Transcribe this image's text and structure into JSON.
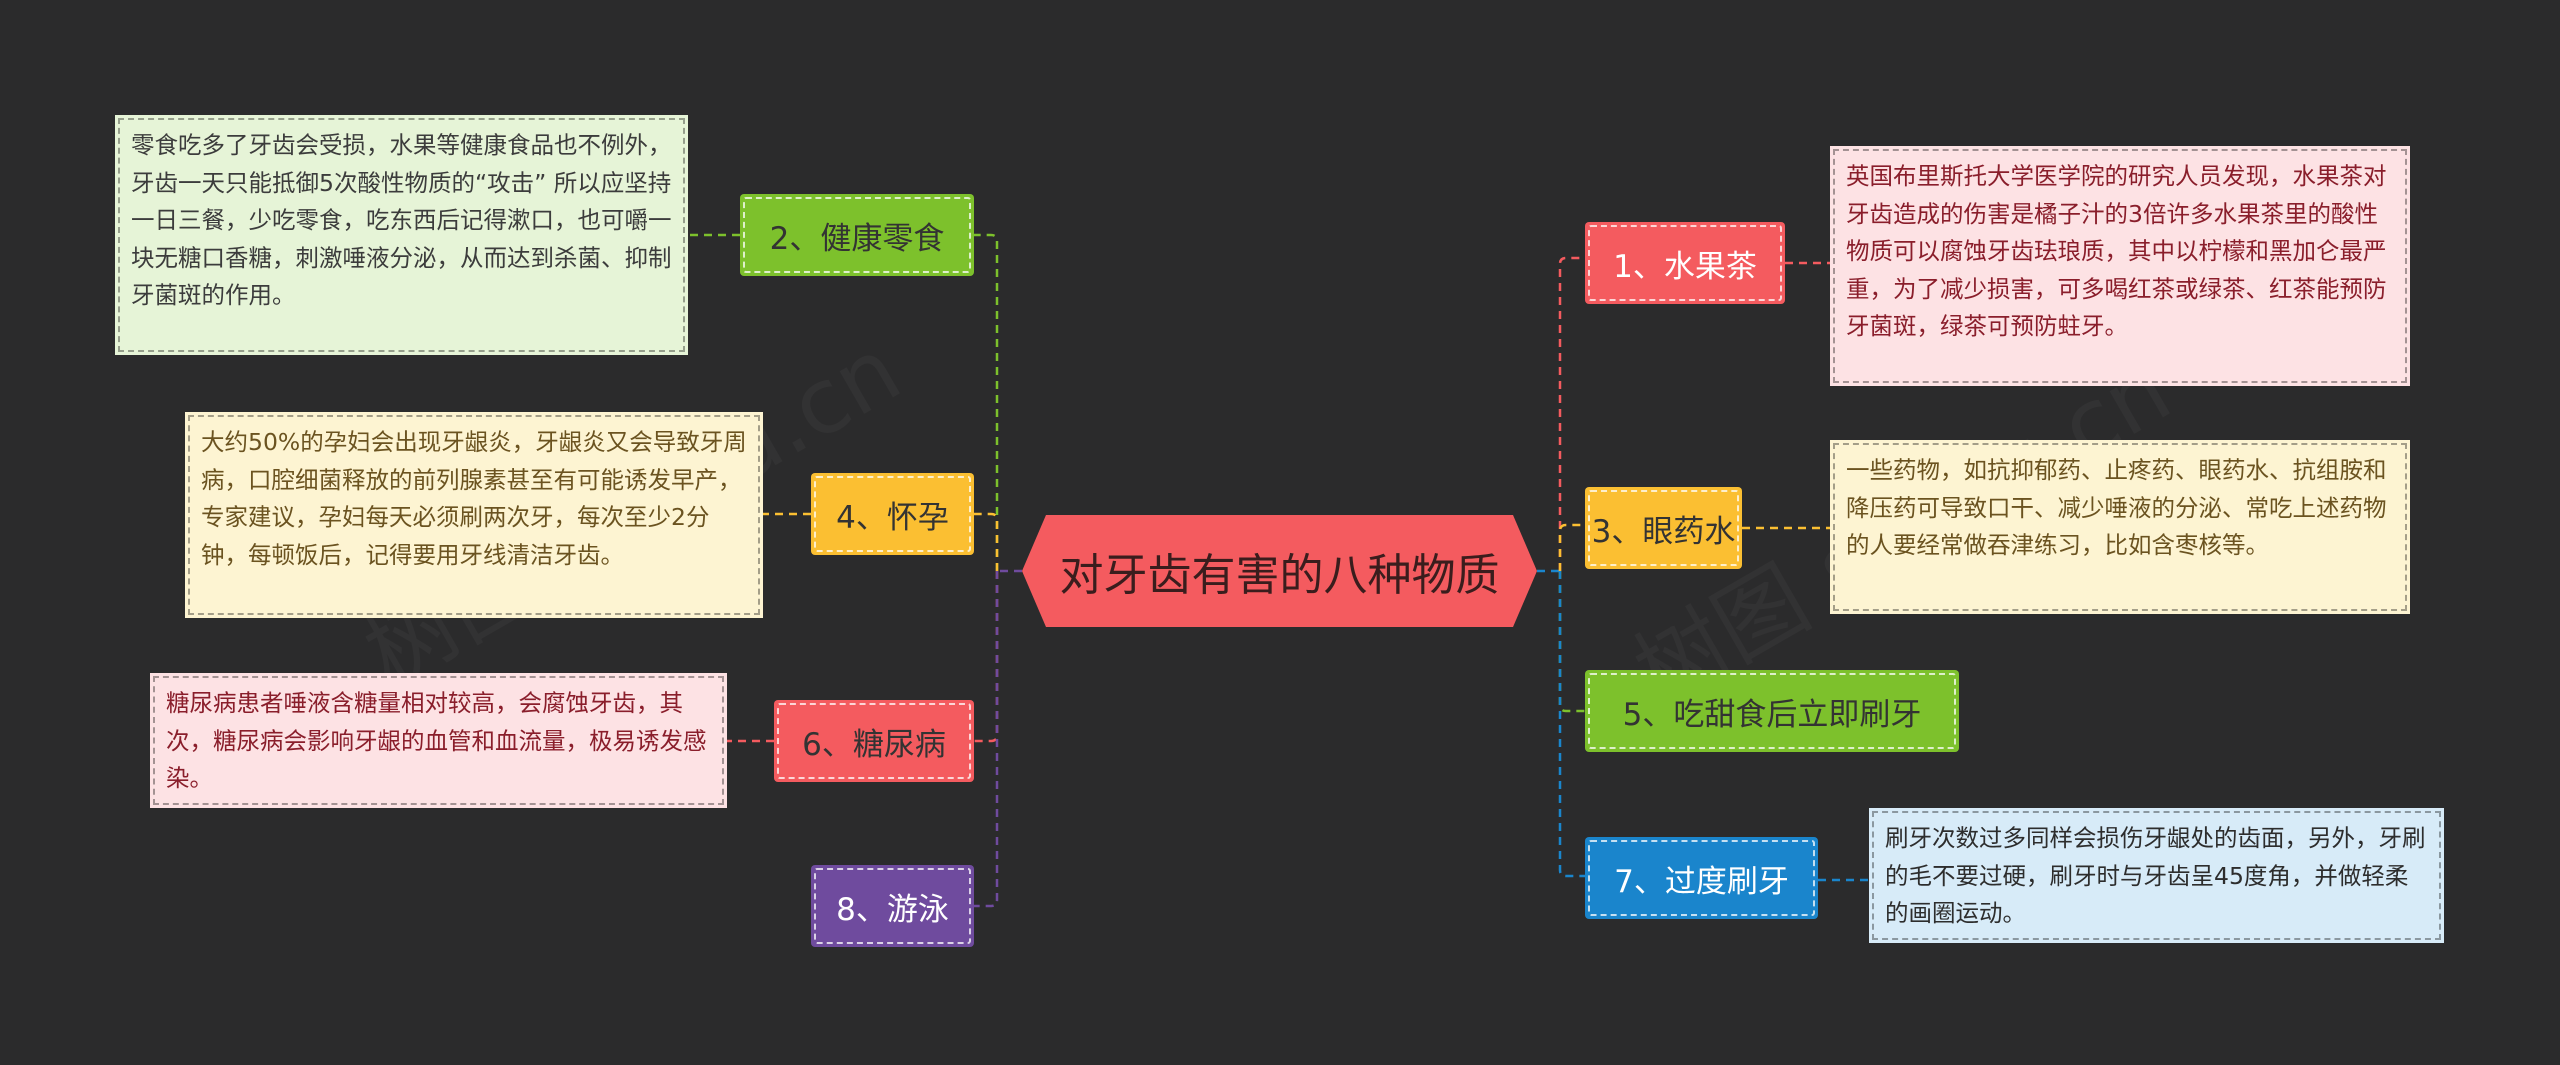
{
  "root": {
    "title": "对牙齿有害的八种物质",
    "color": "#f45b5f"
  },
  "branches": [
    {
      "label": "1、水果茶",
      "color": "#f45b5f",
      "text_color": "#ffffff",
      "side": "right",
      "note": "英国布里斯托大学医学院的研究人员发现，水果茶对牙齿造成的伤害是橘子汁的3倍许多水果茶里的酸性物质可以腐蚀牙齿珐琅质，其中以柠檬和黑加仑最严重，为了减少损害，可多喝红茶或绿茶、红茶能预防牙菌斑，绿茶可预防蛀牙。"
    },
    {
      "label": "2、健康零食",
      "color": "#7dc12c",
      "text_color": "#333333",
      "side": "left",
      "note": "零食吃多了牙齿会受损，水果等健康食品也不例外，牙齿一天只能抵御5次酸性物质的“攻击” 所以应坚持一日三餐，少吃零食，吃东西后记得漱口，也可嚼一块无糖口香糖，刺激唾液分泌，从而达到杀菌、抑制牙菌斑的作用。"
    },
    {
      "label": "3、眼药水",
      "color": "#fbbf32",
      "text_color": "#333333",
      "side": "right",
      "note": "一些药物，如抗抑郁药、止疼药、眼药水、抗组胺和降压药可导致口干、减少唾液的分泌、常吃上述药物的人要经常做吞津练习，比如含枣核等。"
    },
    {
      "label": "4、怀孕",
      "color": "#fbbf32",
      "text_color": "#333333",
      "side": "left",
      "note": "大约50%的孕妇会出现牙龈炎，牙龈炎又会导致牙周病，口腔细菌释放的前列腺素甚至有可能诱发早产，专家建议，孕妇每天必须刷两次牙，每次至少2分钟，每顿饭后，记得要用牙线清洁牙齿。"
    },
    {
      "label": "5、吃甜食后立即刷牙",
      "color": "#7dc12c",
      "text_color": "#333333",
      "side": "right",
      "note": ""
    },
    {
      "label": "6、糖尿病",
      "color": "#f45b5f",
      "text_color": "#333333",
      "side": "left",
      "note": "糖尿病患者唾液含糖量相对较高，会腐蚀牙齿，其次，糖尿病会影响牙龈的血管和血流量，极易诱发感染。"
    },
    {
      "label": "7、过度刷牙",
      "color": "#1a85cc",
      "text_color": "#ffffff",
      "side": "right",
      "note": "刷牙次数过多同样会损伤牙龈处的齿面，另外，牙刷的毛不要过硬，刷牙时与牙齿呈45度角，并做轻柔的画圈运动。"
    },
    {
      "label": "8、游泳",
      "color": "#6f4b9e",
      "text_color": "#ffffff",
      "side": "left",
      "note": ""
    }
  ],
  "note_colors": {
    "pink": {
      "bg": "#fde2e4",
      "text": "#8a1e2b"
    },
    "green": {
      "bg": "#e6f4d7",
      "text": "#3c3c3c"
    },
    "yellow": {
      "bg": "#fdf4d2",
      "text": "#6b5320"
    },
    "blue": {
      "bg": "#d7ebf8",
      "text": "#2d2d2d"
    }
  },
  "watermark": "树图 shutu.cn"
}
